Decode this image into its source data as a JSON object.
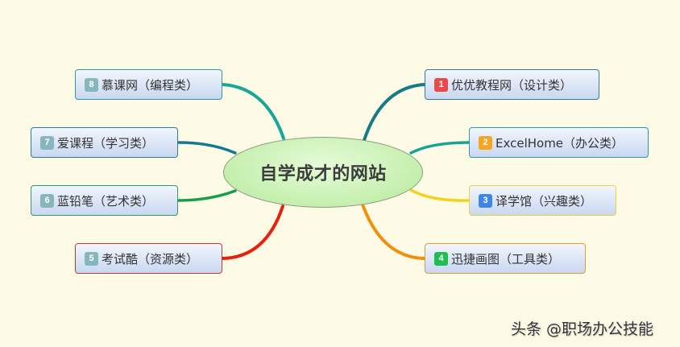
{
  "mindmap": {
    "central_topic": "自学成才的网站",
    "central_fill": "#c9f1b3",
    "branches": [
      {
        "number": "1",
        "label": "优优教程网（设计类）",
        "badge_color": "#e84a4a",
        "line_color": "#177a86",
        "border_color": "#2f7f91"
      },
      {
        "number": "2",
        "label": "ExcelHome（办公类）",
        "badge_color": "#f5a623",
        "line_color": "#1aa394",
        "border_color": "#2a9a9a"
      },
      {
        "number": "3",
        "label": "译学馆（兴趣类）",
        "badge_color": "#3f86e6",
        "line_color": "#f2d21c",
        "border_color": "#e8d24a"
      },
      {
        "number": "4",
        "label": "迅捷画图（工具类）",
        "badge_color": "#1dbf4f",
        "line_color": "#f0900f",
        "border_color": "#e39a3e"
      },
      {
        "number": "5",
        "label": "考试酷（资源类）",
        "badge_color": "#87b7bd",
        "line_color": "#e8200e",
        "border_color": "#c83a2a"
      },
      {
        "number": "6",
        "label": "蓝铅笔（艺术类）",
        "badge_color": "#87b7bd",
        "line_color": "#14a04a",
        "border_color": "#2f9a6a"
      },
      {
        "number": "7",
        "label": "爱课程（学习类）",
        "badge_color": "#87b7bd",
        "line_color": "#137b8f",
        "border_color": "#2a7f8f"
      },
      {
        "number": "8",
        "label": "慕课网（编程类）",
        "badge_color": "#87b7bd",
        "line_color": "#15a898",
        "border_color": "#2a9a9a"
      }
    ]
  },
  "watermark": "头条 @职场办公技能"
}
